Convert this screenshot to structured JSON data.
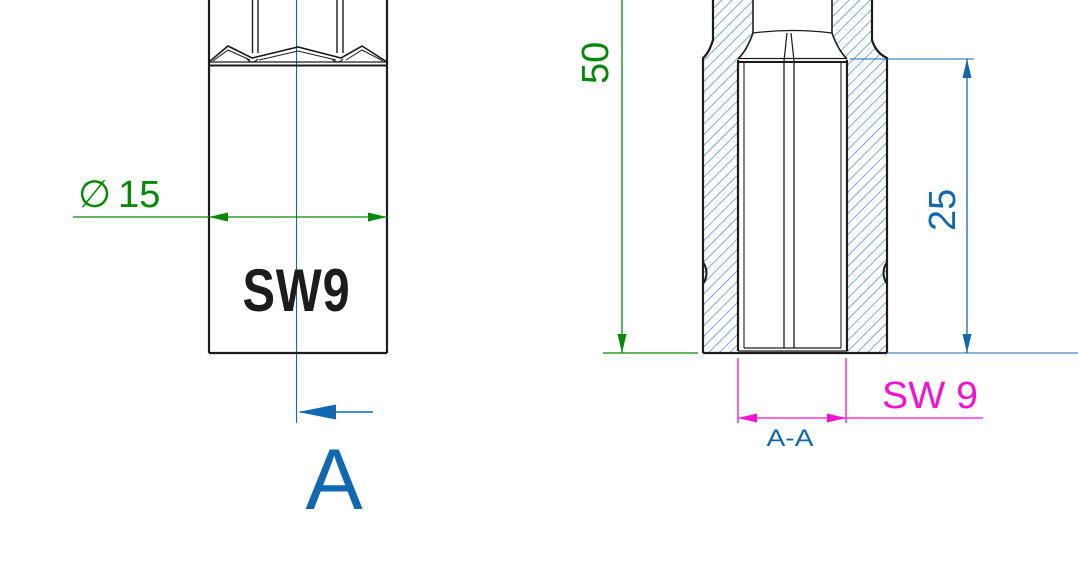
{
  "meta": {
    "type": "cad-engineering-drawing",
    "description": "Two-view technical drawing of a hex-socket adapter: front view with diameter dimension and section view A-A with length, depth and width-across-flats dimensions"
  },
  "colors": {
    "geometry_black": "#1c1c1c",
    "dimension_green": "#068a06",
    "dimension_blue": "#1168b0",
    "dimension_magenta": "#f511d4",
    "section_hatch_blue": "#3f87cf",
    "background": "#ffffff"
  },
  "front_view": {
    "marking": "SW9",
    "diameter": {
      "symbol": "∅",
      "value": "15"
    },
    "section_arrow_label": "A"
  },
  "section_view": {
    "title": "A-A",
    "overall_length": "50",
    "socket_depth": "25",
    "width_across_flats": "SW 9"
  }
}
